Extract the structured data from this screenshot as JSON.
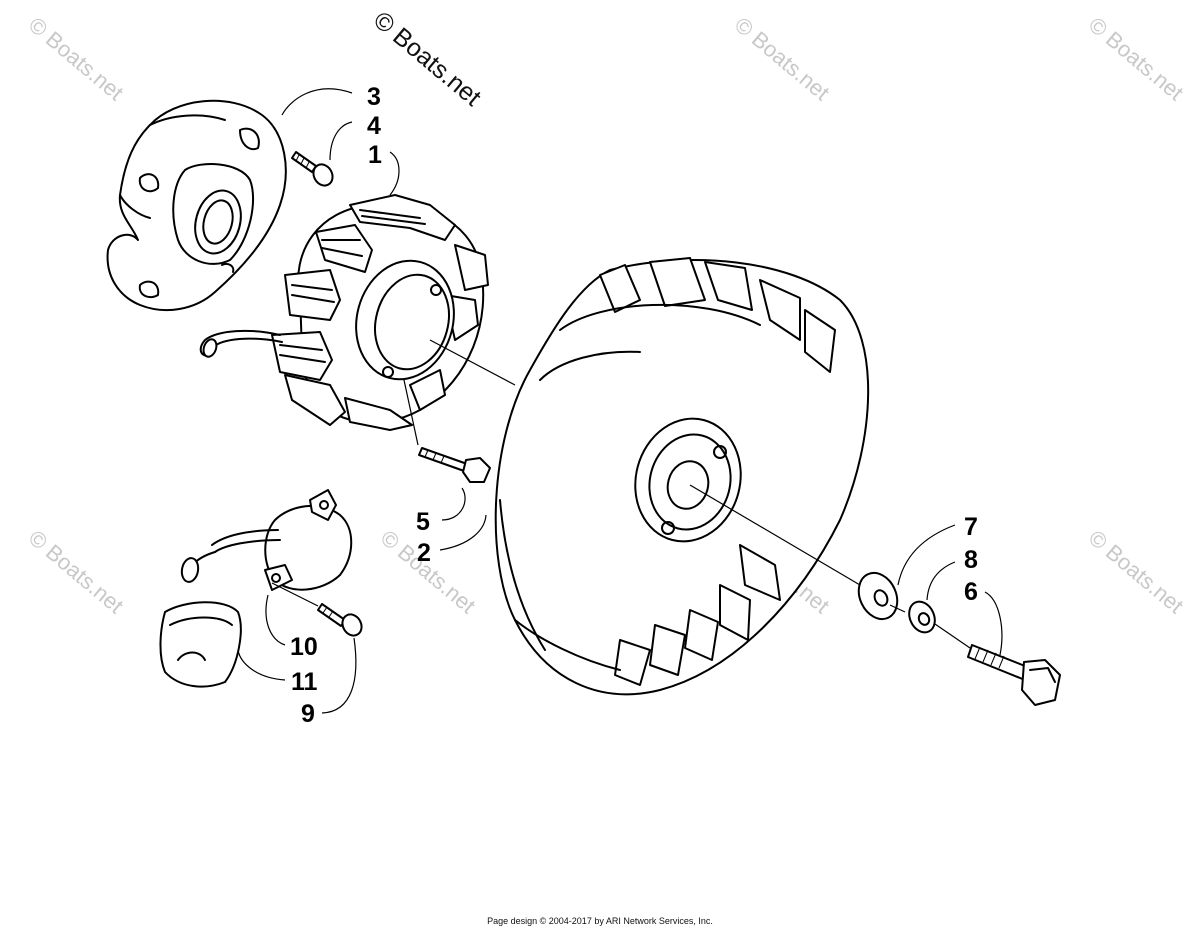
{
  "watermark": {
    "main": "© Boats.net",
    "faint": "© Boats.net"
  },
  "callouts": [
    "1",
    "2",
    "3",
    "4",
    "5",
    "6",
    "7",
    "8",
    "9",
    "10",
    "11"
  ],
  "footer": "Page design © 2004-2017 by ARI Network Services, Inc."
}
